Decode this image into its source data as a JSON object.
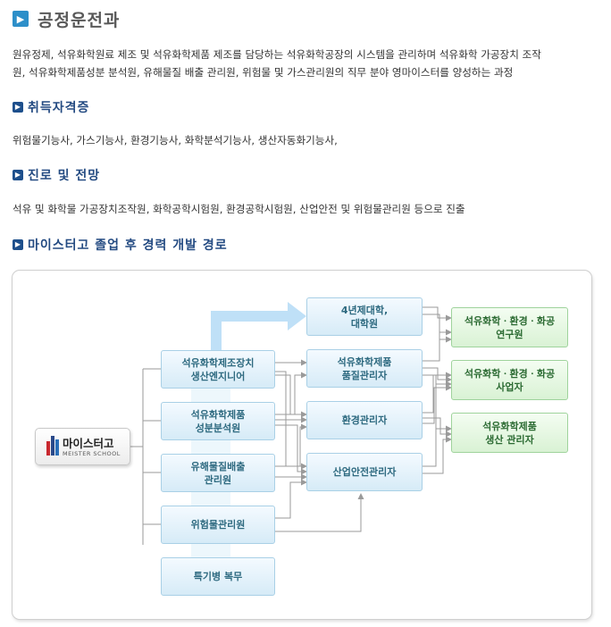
{
  "page": {
    "title": "공정운전과"
  },
  "description": [
    "원유정제, 석유화학원료 제조 및 석유화학제품 제조를 담당하는 석유화학공장의 시스템을 관리하며 석유화학 가공장치 조작",
    "원, 석유화학제품성분 분석원, 유해물질 배출 관리원, 위험물 및 가스관리원의 직무 분야 영마이스터를 양성하는 과정"
  ],
  "sections": {
    "certificates": {
      "title": "취득자격증",
      "text": "위험물기능사, 가스기능사, 환경기능사, 화학분석기능사, 생산자동화기능사,"
    },
    "career": {
      "title": "진로 및 전망",
      "text": "석유 및 화학물 가공장치조작원, 화학공학시험원, 환경공학시험원, 산업안전 및 위험물관리원 등으로 진출"
    },
    "path": {
      "title": "마이스터고 졸업 후 경력 개발 경로"
    }
  },
  "diagram": {
    "logo": {
      "name": "마이스터고",
      "sub": "MEISTER SCHOOL"
    },
    "entry_jobs": [
      "석유화학제조장치\n생산엔지니어",
      "석유화학제품\n성분분석원",
      "유해물질배출\n관리원",
      "위험물관리원",
      "특기병 복무"
    ],
    "mid_roles": [
      "4년제대학,\n대학원",
      "석유화학제품\n품질관리자",
      "환경관리자",
      "산업안전관리자"
    ],
    "top_roles": [
      "석유화학ㆍ환경ㆍ화공\n연구원",
      "석유화학ㆍ환경ㆍ화공\n사업자",
      "석유화학제품\n생산 관리자"
    ],
    "colors": {
      "entry": "#2e6a80",
      "top": "#2c6b33",
      "arrow": "#bfe0f7",
      "line": "#9a9a9a"
    }
  }
}
